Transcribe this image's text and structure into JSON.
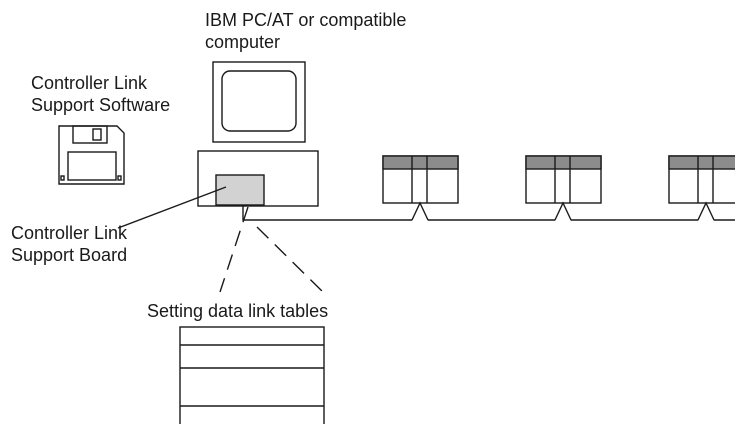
{
  "labels": {
    "computer_line1": "IBM PC/AT or compatible",
    "computer_line2": "computer",
    "software_line1": "Controller Link",
    "software_line2": "Support Software",
    "board_line1": "Controller Link",
    "board_line2": "Support Board",
    "tables_caption": "Setting data link tables"
  },
  "plc_count": 3
}
